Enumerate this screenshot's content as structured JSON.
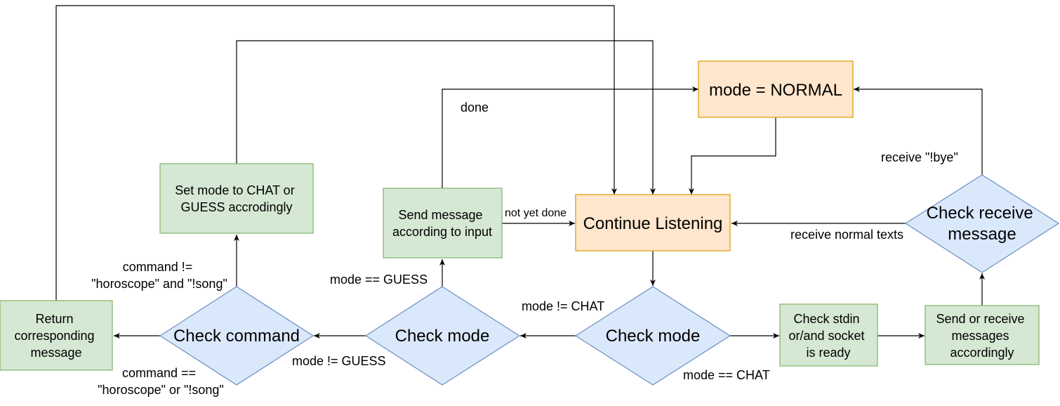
{
  "colors": {
    "orange_fill": "#ffe6cc",
    "orange_stroke": "#d79b00",
    "green_fill": "#d5e8d4",
    "green_stroke": "#82b366",
    "blue_fill": "#dae8fc",
    "blue_stroke": "#6c8ebf",
    "edge": "#000000"
  },
  "nodes": {
    "mode_normal": "mode = NORMAL",
    "continue_listening": "Continue Listening",
    "check_receive": [
      "Check receive",
      "message"
    ],
    "set_mode": [
      "Set mode to CHAT or",
      "GUESS accrodingly"
    ],
    "send_message": [
      "Send message",
      "according to input"
    ],
    "return_message": [
      "Return",
      "corresponding",
      "message"
    ],
    "check_command": "Check command",
    "check_mode_left": "Check mode",
    "check_mode_center": "Check mode",
    "check_stdin": [
      "Check stdin",
      "or/and socket",
      "is ready"
    ],
    "send_receive": [
      "Send or receive",
      "messages",
      "accordingly"
    ]
  },
  "edge_labels": {
    "done": "done",
    "not_yet_done": "not yet done",
    "receive_bye": "receive \"!bye\"",
    "receive_normal": "receive normal texts",
    "command_ne": [
      "command !=",
      "\"horoscope\" and \"!song\""
    ],
    "command_eq": [
      "command ==",
      "\"horoscope\" or \"!song\""
    ],
    "mode_eq_guess": "mode == GUESS",
    "mode_ne_guess": "mode != GUESS",
    "mode_ne_chat": "mode != CHAT",
    "mode_eq_chat": "mode == CHAT"
  }
}
